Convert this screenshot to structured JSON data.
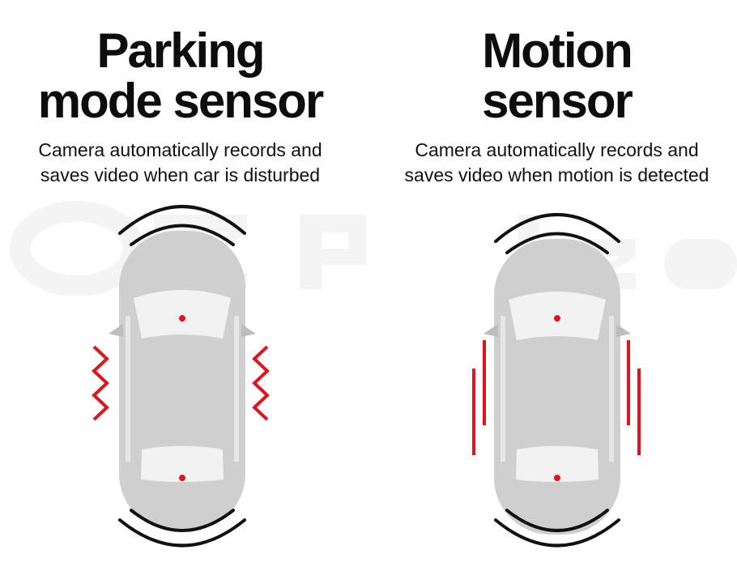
{
  "panels": [
    {
      "title_line1": "Parking",
      "title_line2": "mode sensor",
      "desc_line1": "Camera automatically records and",
      "desc_line2": "saves video when car is disturbed",
      "indicator": "zigzag-vibration-icon"
    },
    {
      "title_line1": "Motion",
      "title_line2": "sensor",
      "desc_line1": "Camera automatically records and",
      "desc_line2": "saves video when motion is detected",
      "indicator": "motion-lines-icon"
    }
  ],
  "colors": {
    "accent_red": "#e0141e",
    "car_body": "#cfcfcf",
    "car_glass": "#f2f2f2",
    "wave": "#111111"
  }
}
